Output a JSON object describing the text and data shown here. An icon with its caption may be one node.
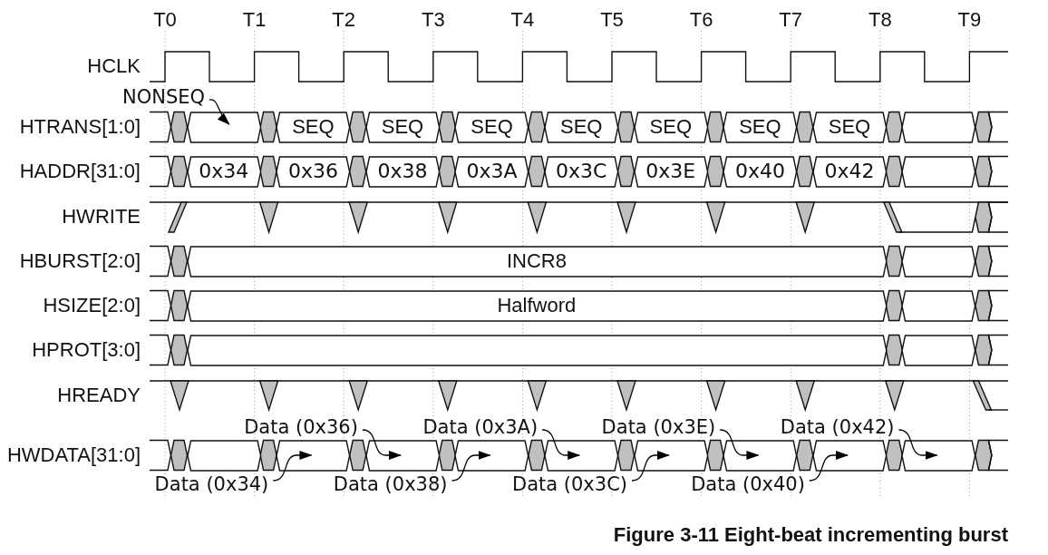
{
  "diagram": {
    "caption": "Figure 3-11 Eight-beat incrementing burst",
    "nodes": [
      {
        "text": [
          "NONSEQ"
        ]
      },
      {
        "text": [],
        "shape": "hexagon"
      },
      {
        "text": [
          "SEQ"
        ]
      },
      {
        "text": [
          "SEQ"
        ]
      },
      {
        "text": [
          "SEQ"
        ]
      },
      {
        "text": [
          "SEQ"
        ]
      },
      {
        "text": [
          "SEQ"
        ]
      },
      {
        "text": [
          "SEQ"
        ]
      },
      {
        "text": [
          "SEQ"
        ]
      },
      {
        "text": [],
        "shape": "hexagon"
      },
      {
        "text": [
          "0x34"
        ]
      },
      {
        "text": [
          "0x36"
        ]
      },
      {
        "text": [
          "0x38"
        ]
      },
      {
        "text": [
          "0x3A"
        ]
      },
      {
        "text": [
          "0x3C"
        ]
      },
      {
        "text": [
          "0x3E"
        ]
      },
      {
        "text": [
          "0x40"
        ]
      },
      {
        "text": [
          "0x42"
        ]
      },
      {
        "text": [],
        "shape": "hexagon"
      },
      {
        "text": [
          "INCR8"
        ]
      },
      {
        "text": [],
        "shape": "hexagon"
      },
      {
        "text": [
          "Halfword"
        ]
      },
      {
        "text": [],
        "shape": "hexagon"
      },
      {
        "text": [],
        "shape": "hexagon"
      },
      {
        "text": [],
        "shape": "hexagon"
      },
      {
        "text": [
          "Data (0x36)"
        ]
      },
      {
        "text": [
          "Data (0x3A)"
        ]
      },
      {
        "text": [
          "Data (0x3E)"
        ]
      },
      {
        "text": [
          "Data (0x42)"
        ]
      },
      {
        "text": [],
        "shape": "hexagon"
      },
      {
        "text": [],
        "shape": "hexagon"
      },
      {
        "text": [],
        "shape": "hexagon"
      },
      {
        "text": [],
        "shape": "hexagon"
      },
      {
        "text": [],
        "shape": "hexagon"
      },
      {
        "text": [],
        "shape": "hexagon"
      },
      {
        "text": [],
        "shape": "hexagon"
      },
      {
        "text": [],
        "shape": "hexagon"
      },
      {
        "text": [],
        "shape": "hexagon"
      },
      {
        "text": [
          "Data (0x34)"
        ]
      },
      {
        "text": [
          "Data (0x38)"
        ]
      },
      {
        "text": [
          "Data (0x3C)"
        ]
      },
      {
        "text": [
          "Data (0x40)"
        ]
      }
    ],
    "edges": [
      {
        "from": 0,
        "to": 1,
        "arrow": "to"
      },
      {
        "from": 38,
        "to": 30,
        "arrow": "to"
      },
      {
        "from": 25,
        "to": 31,
        "arrow": "to"
      },
      {
        "from": 39,
        "to": 32,
        "arrow": "to"
      },
      {
        "from": 26,
        "to": 33,
        "arrow": "to"
      },
      {
        "from": 40,
        "to": 34,
        "arrow": "to"
      },
      {
        "from": 27,
        "to": 35,
        "arrow": "to"
      },
      {
        "from": 41,
        "to": 36,
        "arrow": "to"
      },
      {
        "from": 28,
        "to": 37,
        "arrow": "to"
      }
    ],
    "labels": [
      "T0",
      "T1",
      "T2",
      "T3",
      "T4",
      "T5",
      "T6",
      "T7",
      "T8",
      "T9",
      "HCLK",
      "HTRANS[1:0]",
      "HADDR[31:0]",
      "HWRITE",
      "HBURST[2:0]",
      "HSIZE[2:0]",
      "HPROT[3:0]",
      "HREADY",
      "HWDATA[31:0]"
    ]
  }
}
